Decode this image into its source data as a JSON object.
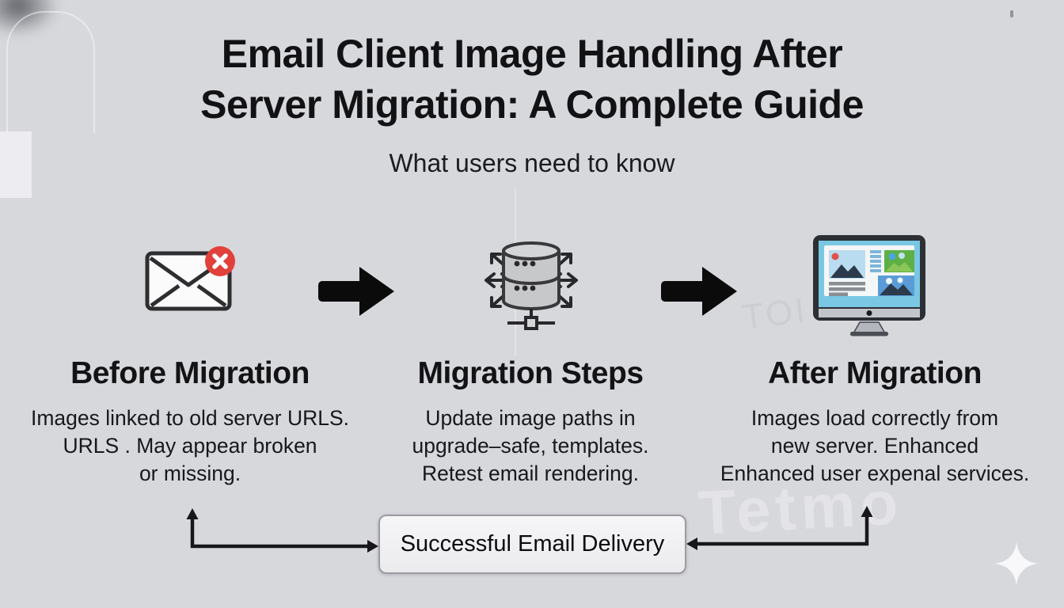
{
  "header": {
    "title_line1": "Email Client Image Handling After",
    "title_line2": "Server Migration: A Complete Guide",
    "subtitle": "What users need to know"
  },
  "columns": [
    {
      "icon": "broken-email-icon",
      "heading": "Before Migration",
      "body": "Images linked to old server URLS.\nURLS . May appear broken\nor missing."
    },
    {
      "icon": "database-sync-icon",
      "heading": "Migration Steps",
      "body": "Update image paths in\nupgrade–safe, templates.\nRetest email rendering."
    },
    {
      "icon": "monitor-gallery-icon",
      "heading": "After Migration",
      "body": "Images load correctly from\nnew server. Enhanced\nEnhanced user expenal services."
    }
  ],
  "flow": {
    "result_label": "Successful Email Delivery"
  },
  "watermarks": {
    "mid_right": "TOI",
    "bottom_right": "Tetmo"
  },
  "colors": {
    "background": "#d7d8dc",
    "text": "#141416",
    "flow_arrow": "#0b0b0c",
    "error_badge": "#e2403a",
    "screen_cyan": "#79c7e2",
    "database_gray": "#c7c8ca",
    "result_box_bg": "#f2f2f4",
    "result_box_border": "#9b9ba1"
  }
}
